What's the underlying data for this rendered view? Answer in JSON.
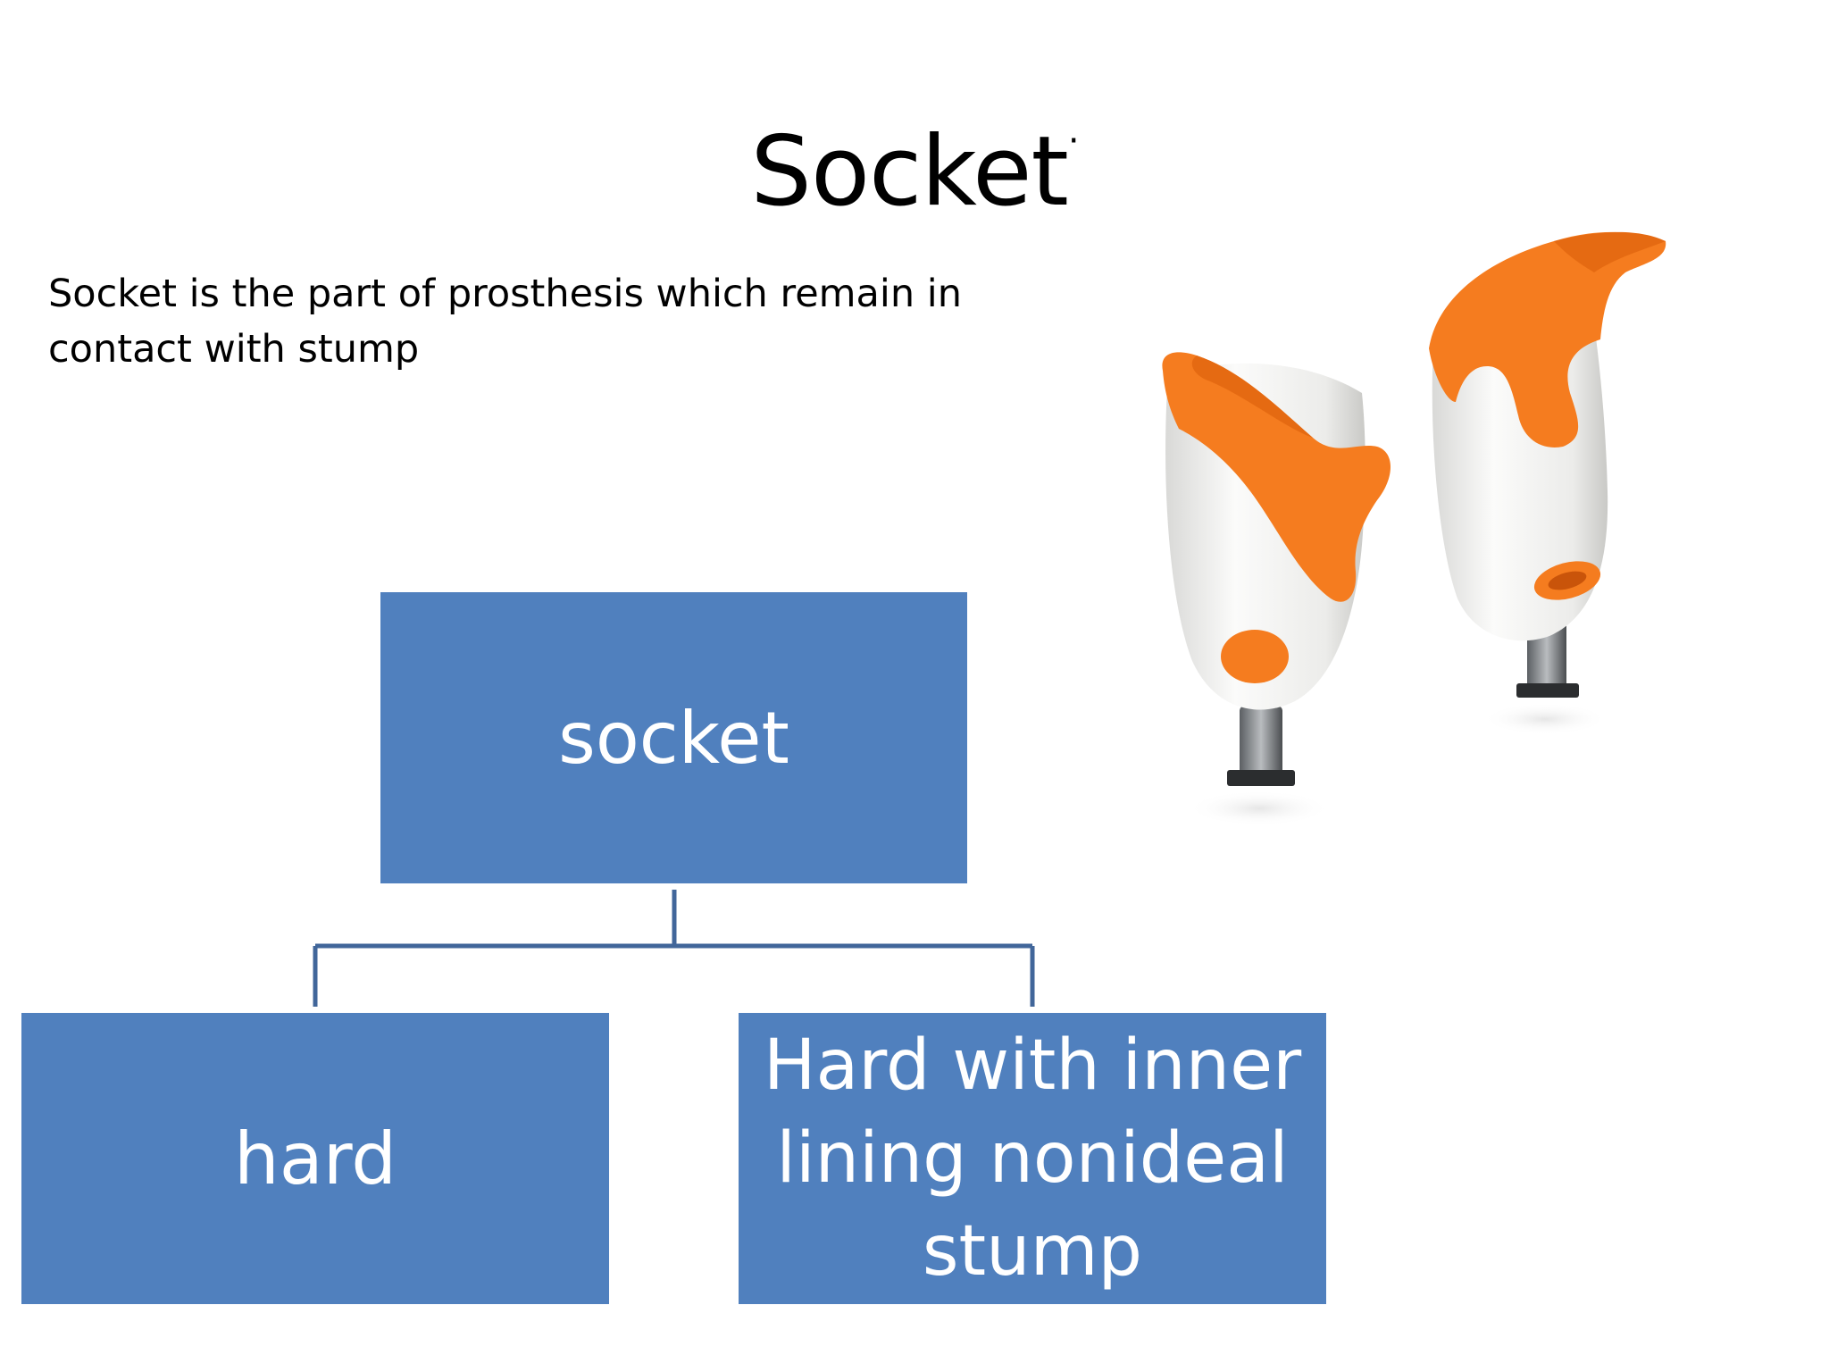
{
  "slide": {
    "title": "Socket",
    "title_mark": "·",
    "intro": "Socket is the part of prosthesis which remain in contact with stump"
  },
  "diagram": {
    "root": {
      "label": "socket"
    },
    "children": [
      {
        "label": "hard"
      },
      {
        "label": "Hard with inner lining  nonideal stump"
      }
    ]
  },
  "colors": {
    "node_fill": "#5080be",
    "connector": "#41669a",
    "socket_shell": "#f3f3f1",
    "socket_liner": "#f57c1f"
  },
  "image": {
    "icon": "prosthetic-sockets-photo"
  }
}
